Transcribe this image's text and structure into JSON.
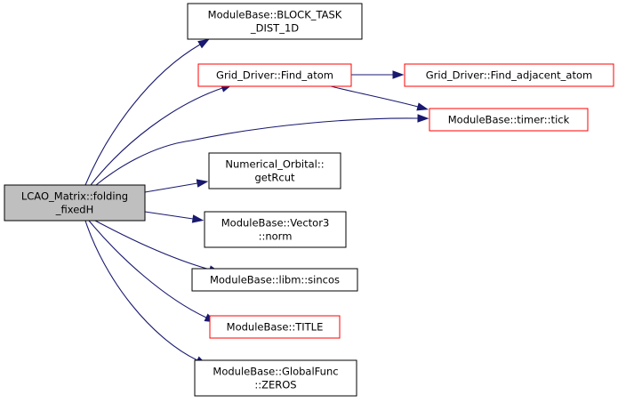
{
  "colors": {
    "edge": "#191970",
    "node_border_default": "#000000",
    "node_border_linked": "#ff0000",
    "root_fill": "#bfbfbf",
    "node_fill": "#ffffff"
  },
  "nodes": [
    {
      "id": "root",
      "lines": [
        "LCAO_Matrix::folding",
        "_fixedH"
      ],
      "style": "root"
    },
    {
      "id": "block_task",
      "lines": [
        "ModuleBase::BLOCK_TASK",
        "_DIST_1D"
      ],
      "style": "default"
    },
    {
      "id": "find_atom",
      "lines": [
        "Grid_Driver::Find_atom"
      ],
      "style": "linked"
    },
    {
      "id": "find_adjacent",
      "lines": [
        "Grid_Driver::Find_adjacent_atom"
      ],
      "style": "linked"
    },
    {
      "id": "timer_tick",
      "lines": [
        "ModuleBase::timer::tick"
      ],
      "style": "linked"
    },
    {
      "id": "getrcut",
      "lines": [
        "Numerical_Orbital::",
        "getRcut"
      ],
      "style": "default"
    },
    {
      "id": "vector3_norm",
      "lines": [
        "ModuleBase::Vector3",
        "::norm"
      ],
      "style": "default"
    },
    {
      "id": "sincos",
      "lines": [
        "ModuleBase::libm::sincos"
      ],
      "style": "default"
    },
    {
      "id": "title",
      "lines": [
        "ModuleBase::TITLE"
      ],
      "style": "linked"
    },
    {
      "id": "zeros",
      "lines": [
        "ModuleBase::GlobalFunc",
        "::ZEROS"
      ],
      "style": "default"
    }
  ],
  "edges": [
    {
      "from": "root",
      "to": "block_task"
    },
    {
      "from": "root",
      "to": "find_atom"
    },
    {
      "from": "root",
      "to": "timer_tick"
    },
    {
      "from": "root",
      "to": "getrcut"
    },
    {
      "from": "root",
      "to": "vector3_norm"
    },
    {
      "from": "root",
      "to": "sincos"
    },
    {
      "from": "root",
      "to": "title"
    },
    {
      "from": "root",
      "to": "zeros"
    },
    {
      "from": "find_atom",
      "to": "find_adjacent"
    },
    {
      "from": "find_atom",
      "to": "timer_tick"
    }
  ]
}
